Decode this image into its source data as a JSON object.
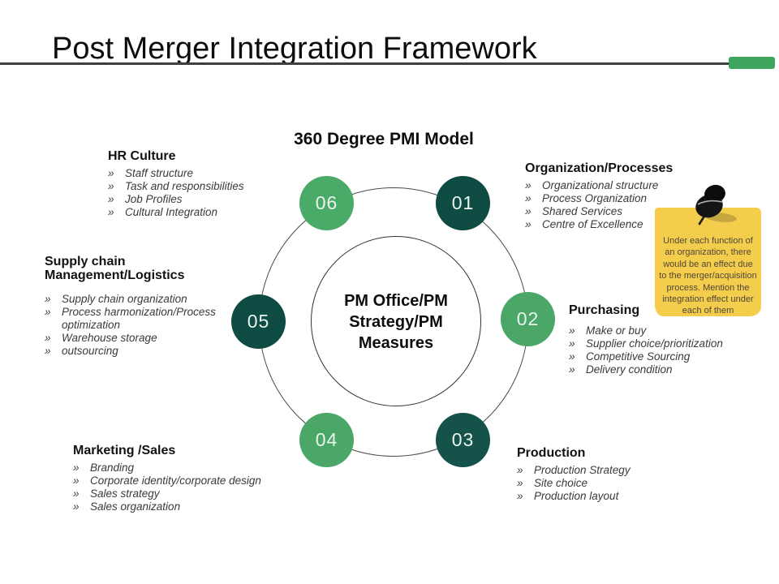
{
  "slide": {
    "title": "Post Merger Integration Framework",
    "subtitle": "360 Degree PMI Model",
    "accent_color": "#3fa45c",
    "rule_color": "#3f3f3f"
  },
  "bullet_char": "»",
  "diagram": {
    "center_label": "PM Office/PM Strategy/PM Measures",
    "ring_color": "#4a4a4a",
    "number_text_color": "#e9f4ec",
    "nodes": [
      {
        "number": "01",
        "color": "#0e4b43"
      },
      {
        "number": "02",
        "color": "#4aa768"
      },
      {
        "number": "03",
        "color": "#14524a"
      },
      {
        "number": "04",
        "color": "#4aa768"
      },
      {
        "number": "05",
        "color": "#0e4b43"
      },
      {
        "number": "06",
        "color": "#4aab68"
      }
    ]
  },
  "sections": [
    {
      "title": "HR Culture",
      "items": [
        "Staff structure",
        "Task and responsibilities",
        "Job Profiles",
        "Cultural Integration"
      ]
    },
    {
      "title": "Organization/Processes",
      "items": [
        "Organizational structure",
        "Process Organization",
        "Shared Services",
        "Centre of Excellence"
      ]
    },
    {
      "title": "Supply chain Management/Logistics",
      "items": [
        "Supply chain organization",
        "Process harmonization/Process optimization",
        "Warehouse storage",
        "outsourcing"
      ]
    },
    {
      "title": "Purchasing",
      "items": [
        "Make or buy",
        "Supplier choice/prioritization",
        "Competitive Sourcing",
        "Delivery condition"
      ]
    },
    {
      "title": "Marketing /Sales",
      "items": [
        "Branding",
        "Corporate identity/corporate design",
        "Sales strategy",
        "Sales organization"
      ]
    },
    {
      "title": "Production",
      "items": [
        "Production Strategy",
        "Site choice",
        "Production layout"
      ]
    }
  ],
  "note": {
    "text": "Under each function of an organization, there would be an effect due to the merger/acquisition process. Mention the integration effect under each of them",
    "bg_color": "#f5cd4d",
    "text_color": "#4f4739"
  }
}
